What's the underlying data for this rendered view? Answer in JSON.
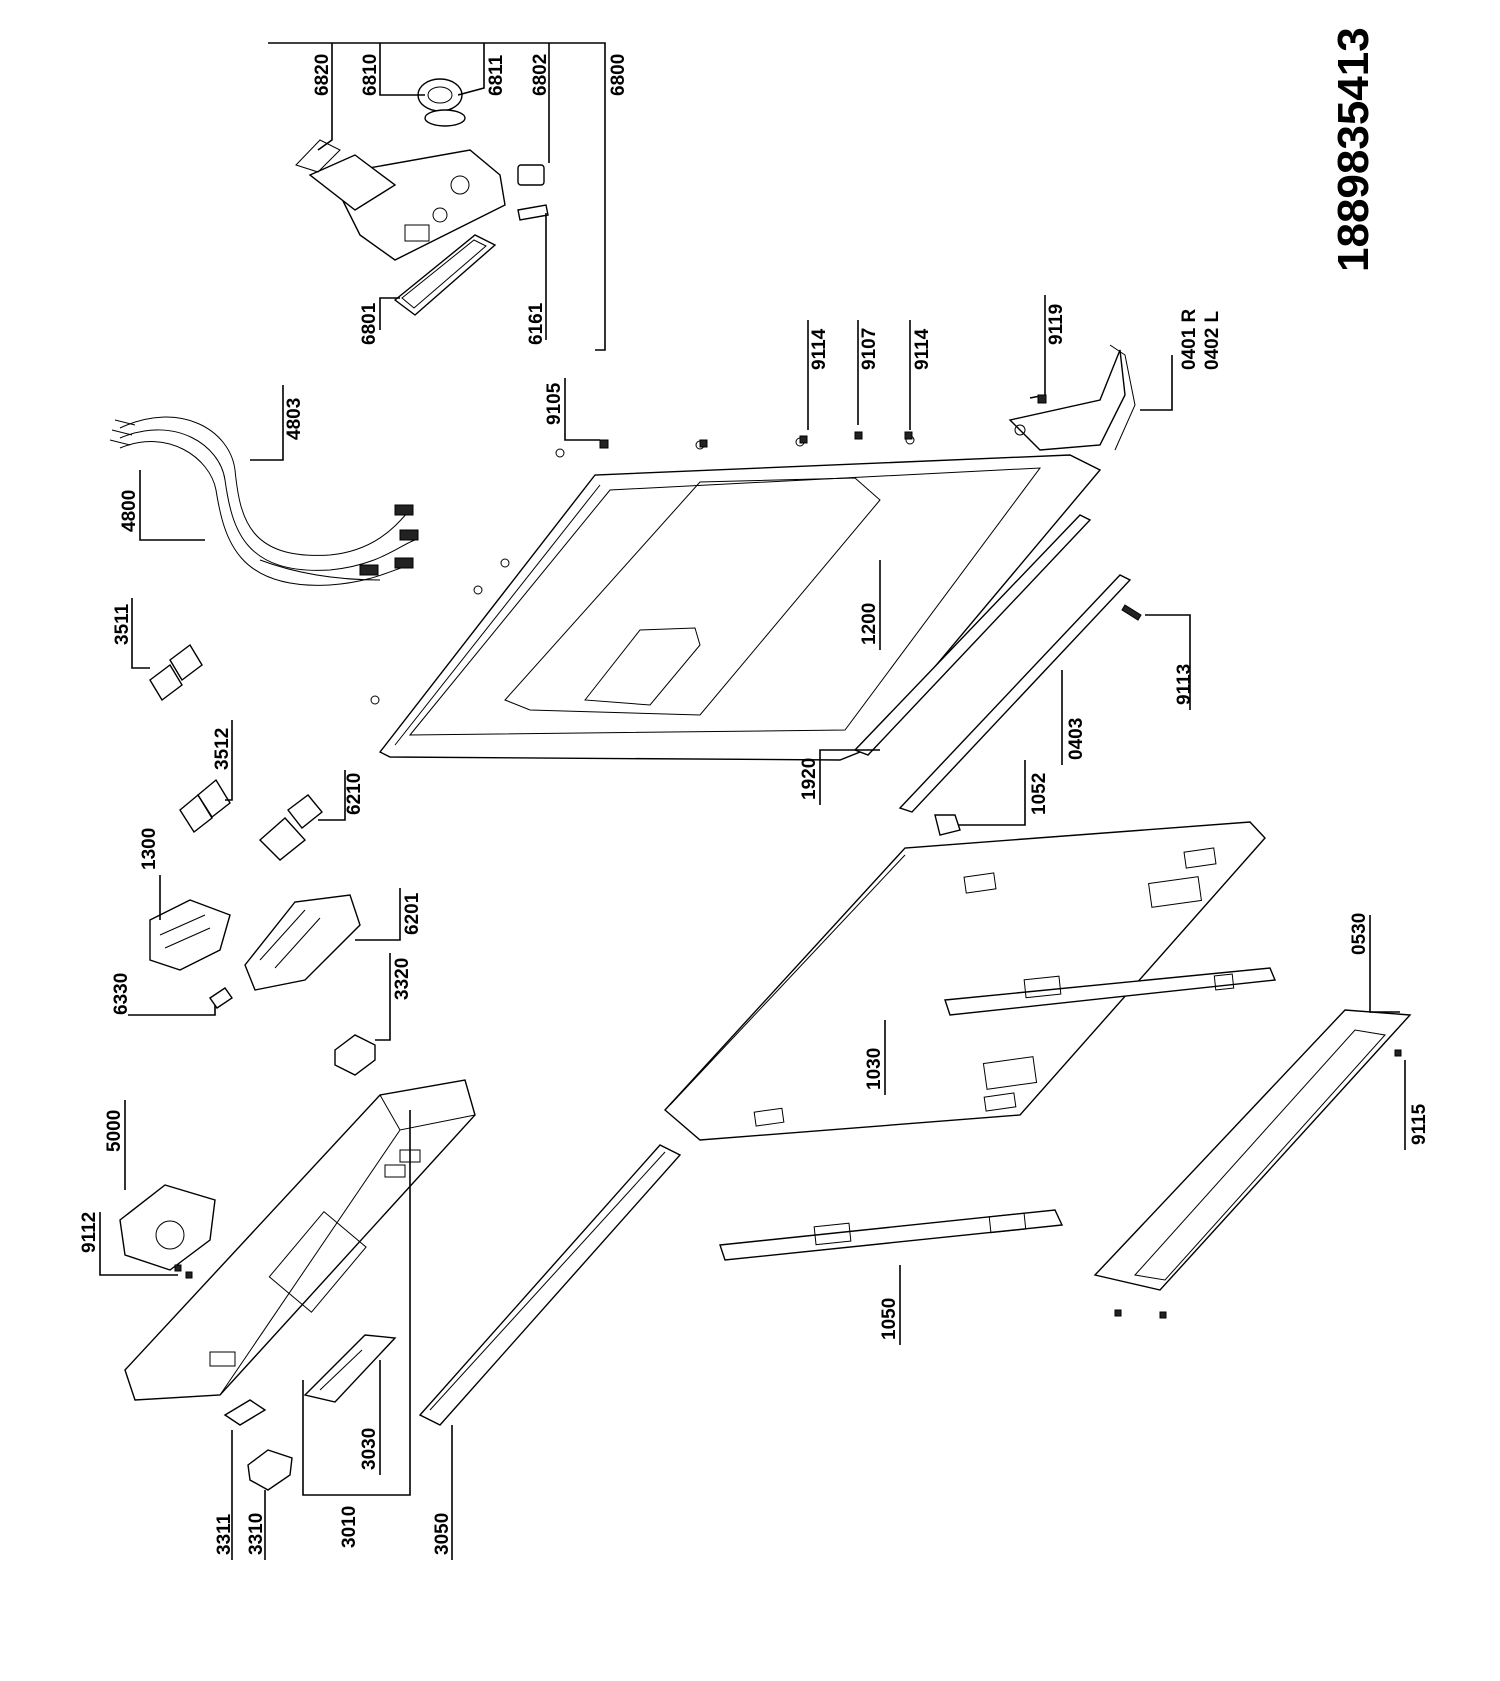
{
  "document": {
    "number": "1889835413"
  },
  "callouts": {
    "c6820": "6820",
    "c6810": "6810",
    "c6811": "6811",
    "c6802": "6802",
    "c6800": "6800",
    "c6801": "6801",
    "c6161": "6161",
    "c4803": "4803",
    "c4800": "4800",
    "c9105": "9105",
    "c9114a": "9114",
    "c9107": "9107",
    "c9114b": "9114",
    "c9119": "9119",
    "c0401": "0401 R",
    "c0402": "0402 L",
    "c3511": "3511",
    "c1200": "1200",
    "c9113": "9113",
    "c0403": "0403",
    "c3512": "3512",
    "c6210": "6210",
    "c1300": "1300",
    "c1920": "1920",
    "c1052": "1052",
    "c6201": "6201",
    "c6330": "6330",
    "c3320": "3320",
    "c0530": "0530",
    "c1030": "1030",
    "c5000": "5000",
    "c9115": "9115",
    "c9112": "9112",
    "c1050": "1050",
    "c3030": "3030",
    "c3311": "3311",
    "c3310": "3310",
    "c3010": "3010",
    "c3050": "3050"
  }
}
